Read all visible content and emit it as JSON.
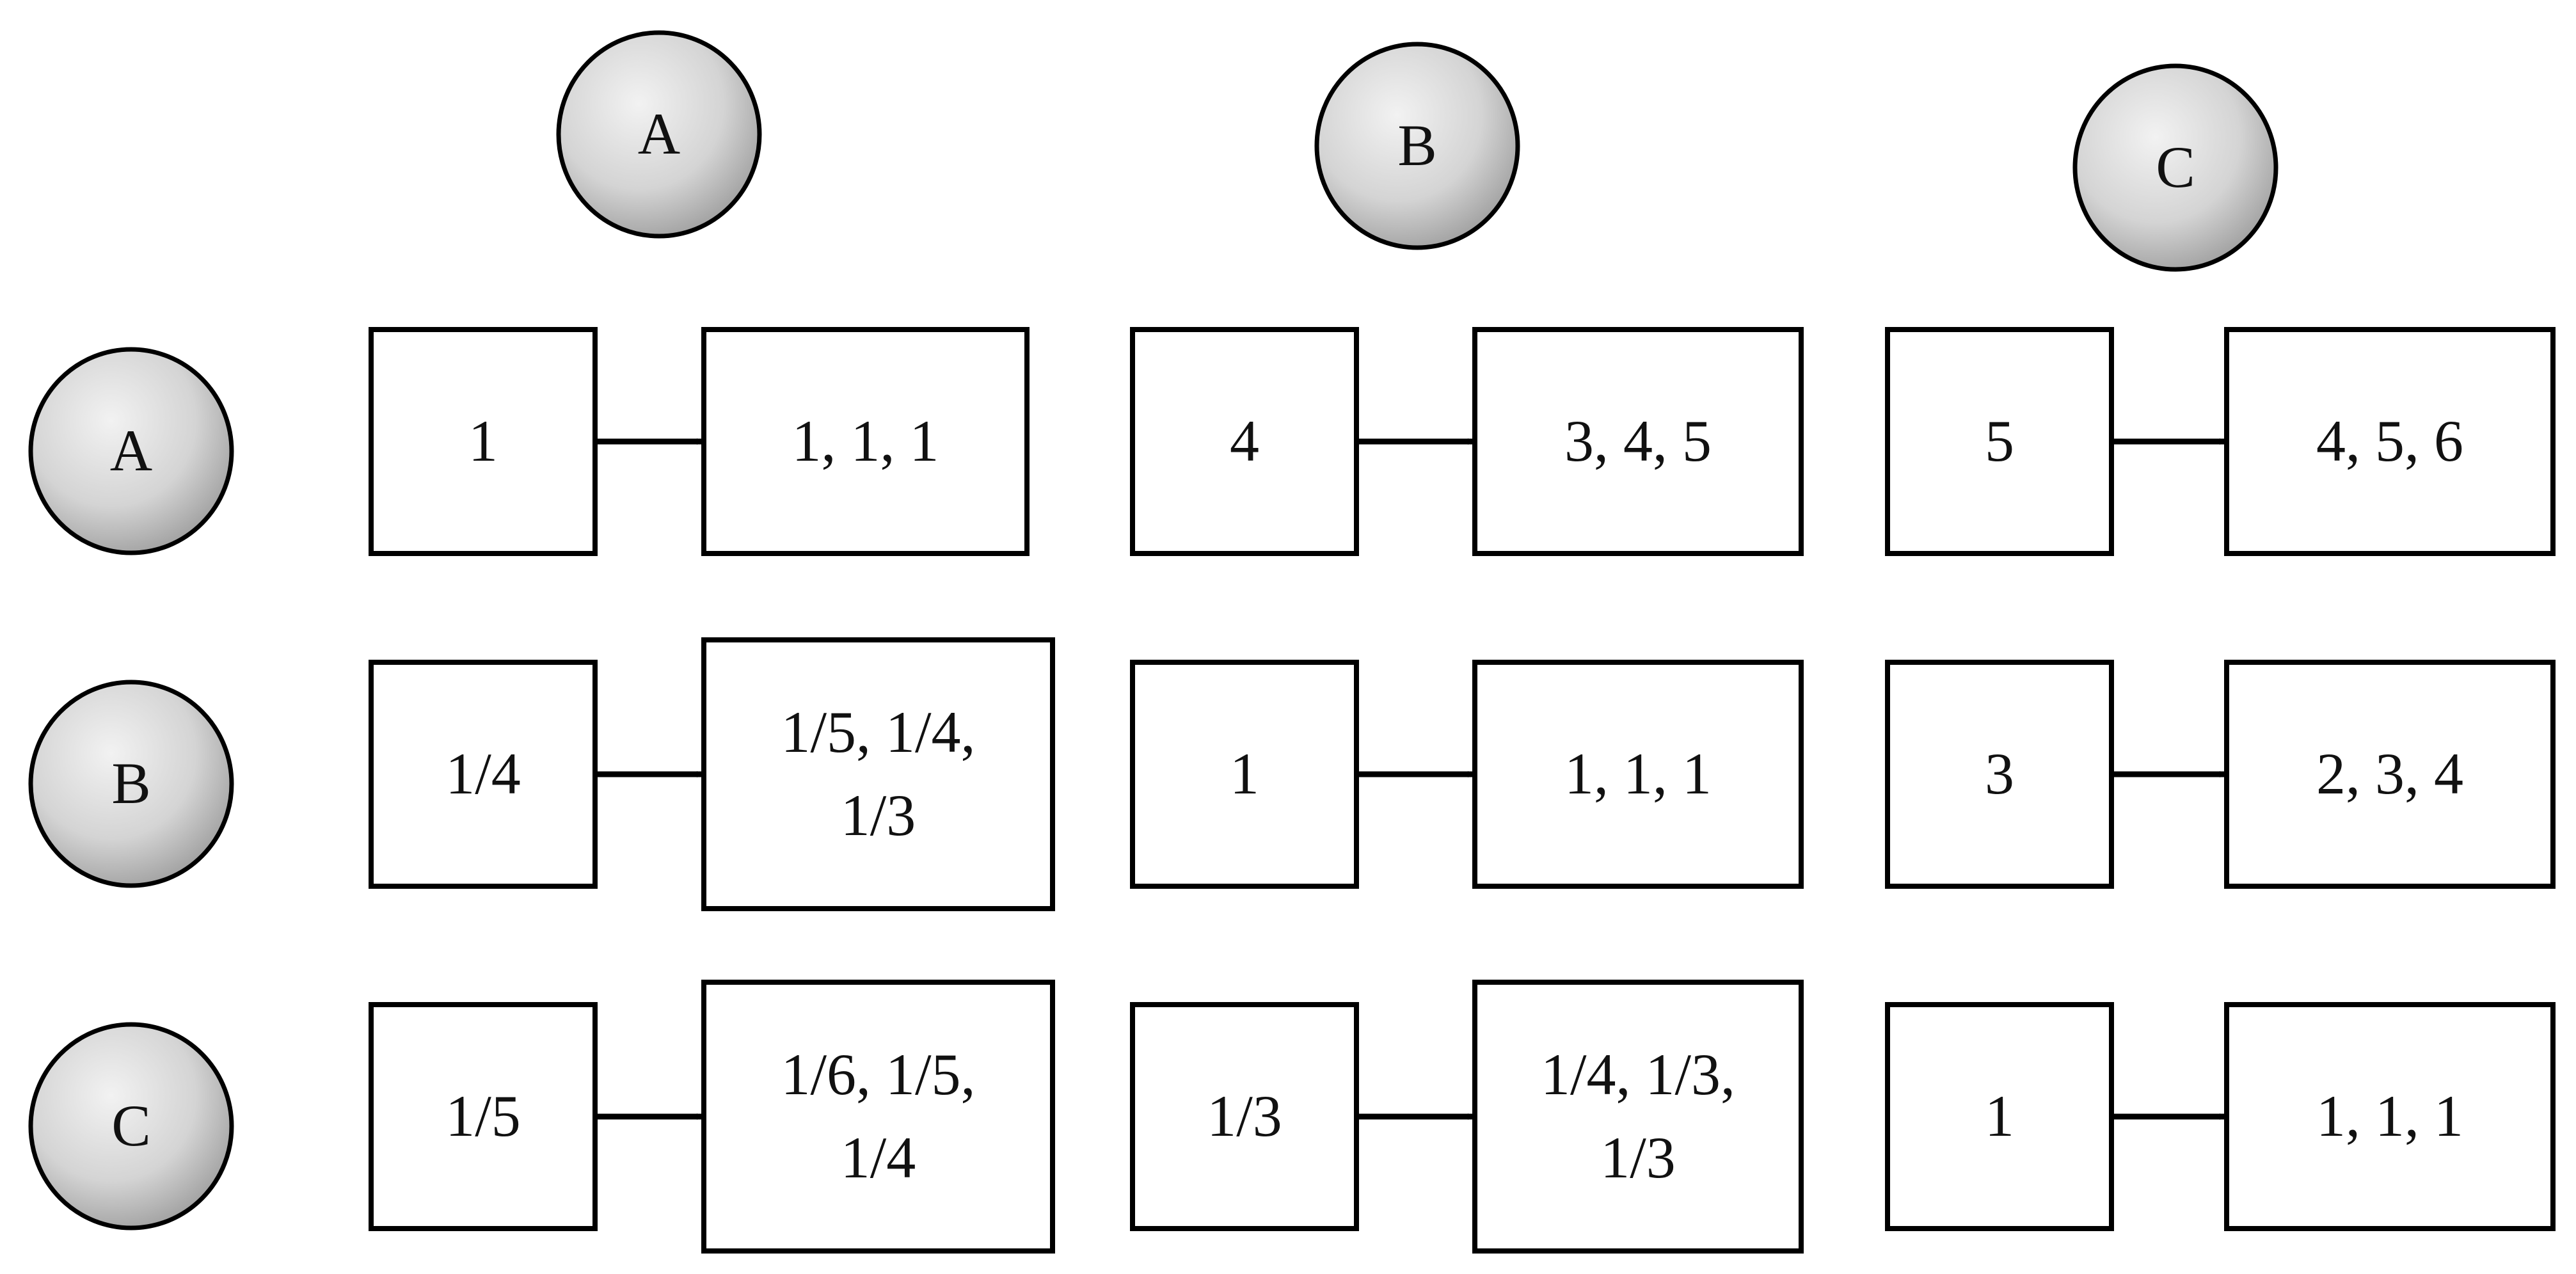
{
  "columns": [
    {
      "label": "A"
    },
    {
      "label": "B"
    },
    {
      "label": "C"
    }
  ],
  "rows": [
    {
      "label": "A",
      "cells": [
        {
          "crisp": "1",
          "fuzzy": [
            "1, 1, 1"
          ]
        },
        {
          "crisp": "4",
          "fuzzy": [
            "3, 4, 5"
          ]
        },
        {
          "crisp": "5",
          "fuzzy": [
            "4, 5, 6"
          ]
        }
      ]
    },
    {
      "label": "B",
      "cells": [
        {
          "crisp": "1/4",
          "fuzzy": [
            "1/5, 1/4,",
            "1/3"
          ]
        },
        {
          "crisp": "1",
          "fuzzy": [
            "1, 1, 1"
          ]
        },
        {
          "crisp": "3",
          "fuzzy": [
            "2, 3, 4"
          ]
        }
      ]
    },
    {
      "label": "C",
      "cells": [
        {
          "crisp": "1/5",
          "fuzzy": [
            "1/6, 1/5,",
            "1/4"
          ]
        },
        {
          "crisp": "1/3",
          "fuzzy": [
            "1/4, 1/3,",
            "1/3"
          ]
        },
        {
          "crisp": "1",
          "fuzzy": [
            "1, 1, 1"
          ]
        }
      ]
    }
  ]
}
